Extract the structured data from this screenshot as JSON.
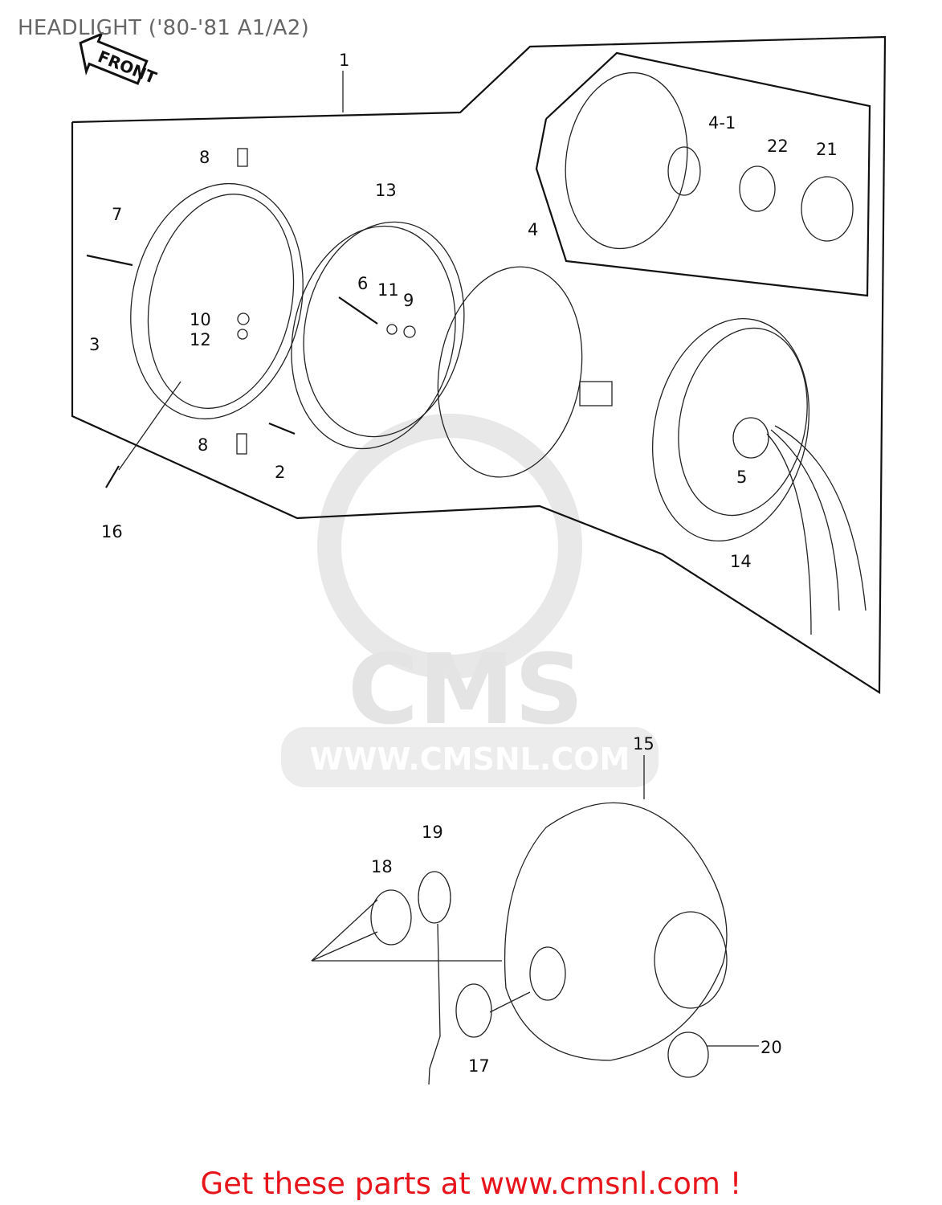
{
  "title": "HEADLIGHT ('80-'81 A1/A2)",
  "front_arrow": "FRONT",
  "watermark": {
    "logo": "CMS",
    "url": "WWW.CMSNL.COM"
  },
  "callouts": [
    "1",
    "8",
    "13",
    "7",
    "4",
    "4-1",
    "22",
    "21",
    "6",
    "11",
    "9",
    "10",
    "12",
    "3",
    "8",
    "2",
    "5",
    "16",
    "14",
    "15",
    "19",
    "18",
    "17",
    "20"
  ],
  "footer": "Get these parts at www.cmsnl.com !",
  "colors": {
    "footer": "#e8141b",
    "title": "#666666",
    "watermark": "#e4e4e4"
  }
}
